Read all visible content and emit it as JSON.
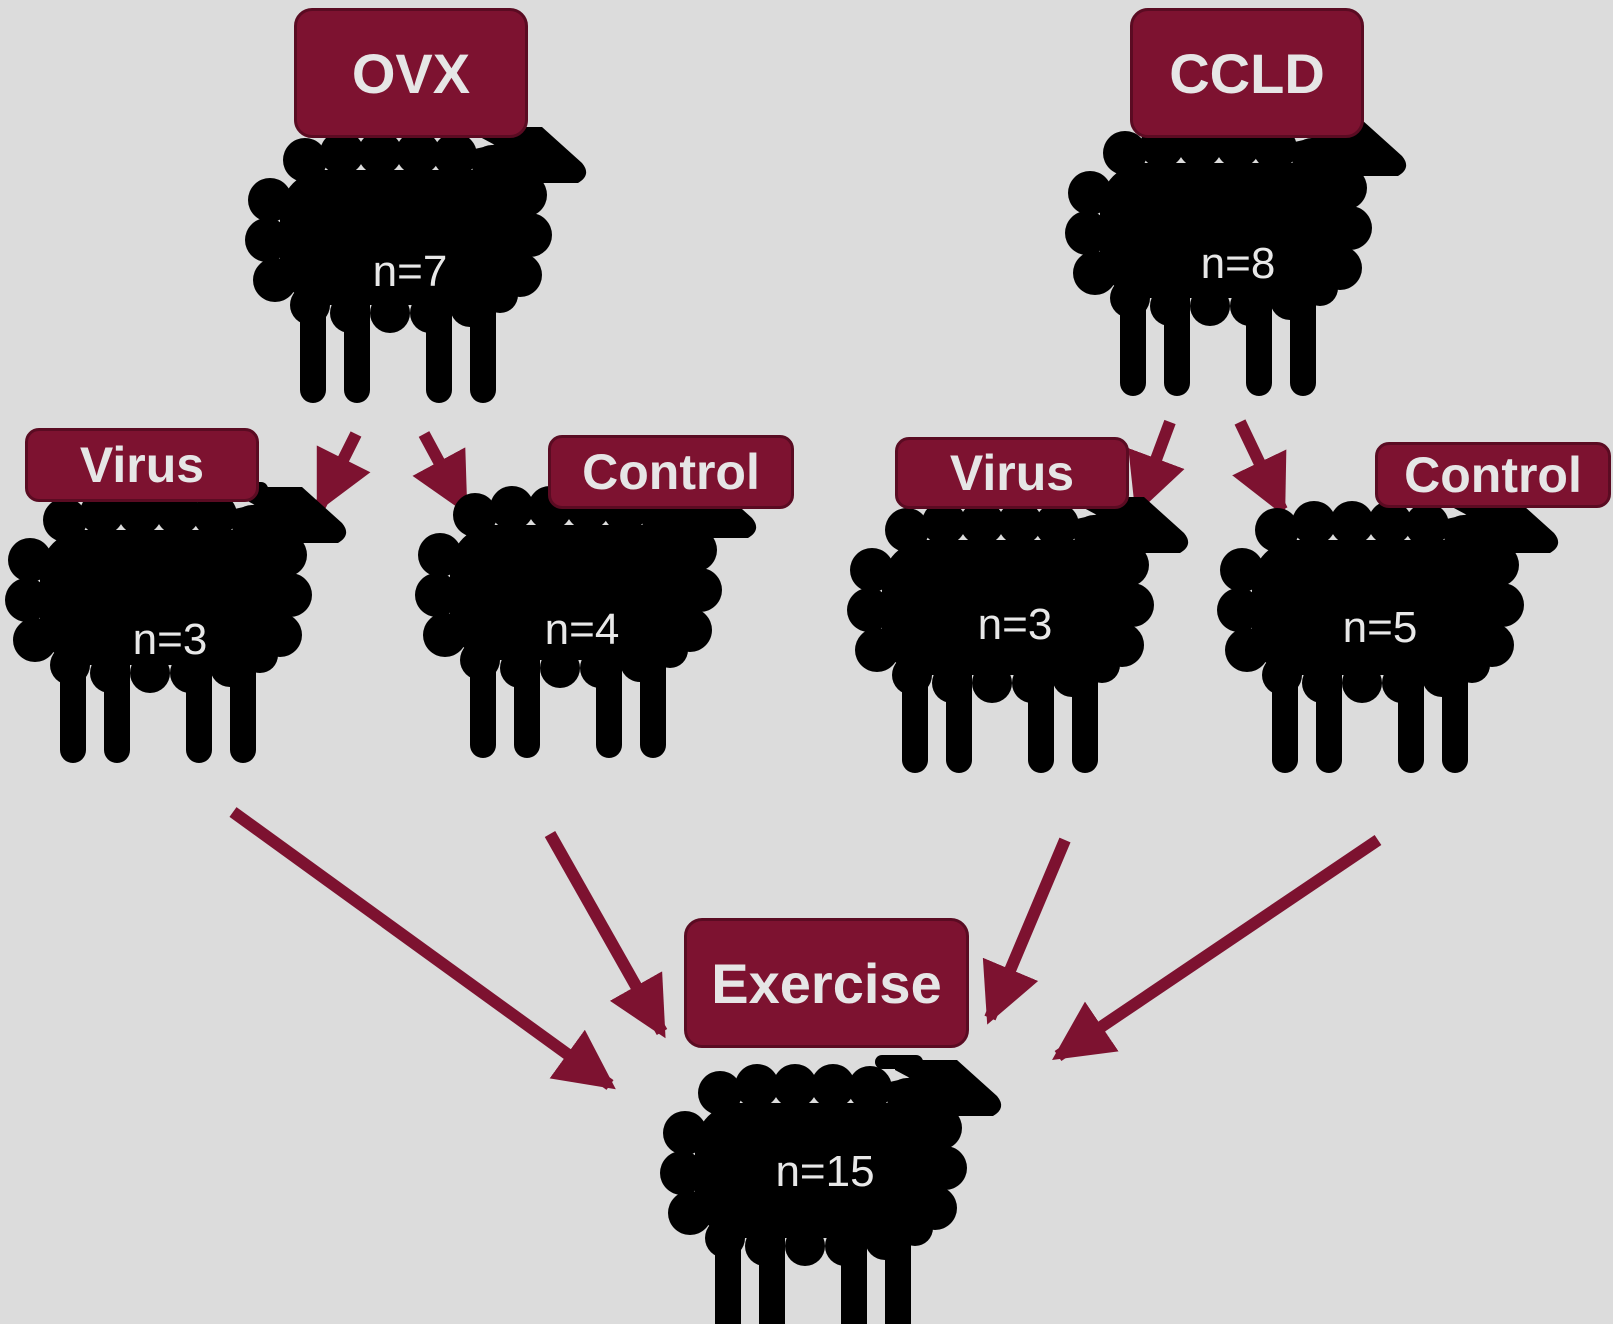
{
  "colors": {
    "background": "#dcdcdc",
    "label_fill": "#7d1230",
    "arrow": "#7d1230",
    "sheep": "#000000",
    "text": "#e6e6e6"
  },
  "labels": {
    "ovx": "OVX",
    "ccld": "CCLD",
    "ovx_virus": "Virus",
    "ovx_control": "Control",
    "ccld_virus": "Virus",
    "ccld_control": "Control",
    "exercise": "Exercise"
  },
  "counts": {
    "ovx": "n=7",
    "ccld": "n=8",
    "ovx_virus": "n=3",
    "ovx_control": "n=4",
    "ccld_virus": "n=3",
    "ccld_control": "n=5",
    "exercise": "n=15"
  },
  "icons": {
    "group_icon": "sheep-icon"
  }
}
